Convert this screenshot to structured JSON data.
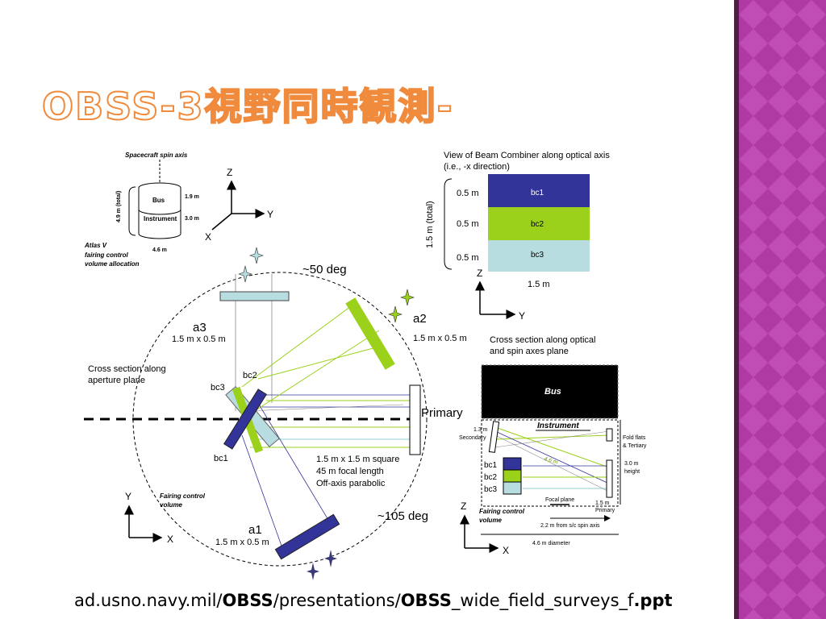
{
  "slide": {
    "title": "OBSS-3視野同時観測-",
    "footer": [
      "ad.usno.navy.mil/",
      "OBSS",
      "/presentations/",
      "OBSS",
      "_wide_field_surveys_f",
      ".ppt"
    ]
  },
  "fairing": {
    "spin_axis": "Spacecraft spin axis",
    "total": "4.9 m (total)",
    "bus": "Bus",
    "instrument": "Instrument",
    "bus_h": "1.9 m",
    "inst_h": "3.0 m",
    "width": "4.6 m",
    "caption": [
      "Atlas V",
      "fairing control",
      "volume allocation"
    ]
  },
  "axes_top": {
    "z": "Z",
    "y": "Y",
    "x": "X"
  },
  "beam": {
    "title": [
      "View of Beam Combiner along optical axis",
      "(i.e., -x direction)"
    ],
    "total": "1.5 m (total)",
    "boxes": [
      {
        "label": "bc1",
        "height": "0.5 m",
        "color": "#33349a"
      },
      {
        "label": "bc2",
        "height": "0.5 m",
        "color": "#9bd11a"
      },
      {
        "label": "bc3",
        "height": "0.5 m",
        "color": "#b7dde0"
      }
    ],
    "width": "1.5 m",
    "z": "Z",
    "y": "Y"
  },
  "aperture": {
    "deg50": "~50 deg",
    "deg105": "~105 deg",
    "a1": "a1",
    "a2": "a2",
    "a3": "a3",
    "size": "1.5 m x 0.5 m",
    "caption": [
      "Cross section along",
      "aperture plane"
    ],
    "bc1": "bc1",
    "bc2": "bc2",
    "bc3": "bc3",
    "primary": "Primary",
    "primary_desc": [
      "1.5 m x 1.5 m square",
      "45 m focal length",
      "Off-axis parabolic"
    ],
    "fairing": [
      "Fairing control",
      "volume"
    ],
    "y": "Y",
    "x": "X"
  },
  "spin": {
    "title": [
      "Cross section along optical",
      "and spin axes plane"
    ],
    "bus": "Bus",
    "instrument": "Instrument",
    "secondary": [
      "1.3 m",
      "Secondary"
    ],
    "fold": [
      "Fold flats",
      "& Tertiary"
    ],
    "height": [
      "3.0 m",
      "height"
    ],
    "focal_len": "4.6 m",
    "bc": [
      "bc1",
      "bc2",
      "bc3"
    ],
    "focal_plane": "Focal plane",
    "primary": [
      "1.5 m",
      "Primary"
    ],
    "fairing": [
      "Fairing control",
      "volume"
    ],
    "spin_axis": "2.2 m from s/c spin axis",
    "diameter": "4.6 m diameter",
    "z": "Z",
    "x": "X"
  },
  "colors": {
    "blue": "#33349a",
    "green": "#9bd11a",
    "cyan": "#b7dde0",
    "title_orange": "#f08a3c",
    "band": "#b03aa4"
  }
}
